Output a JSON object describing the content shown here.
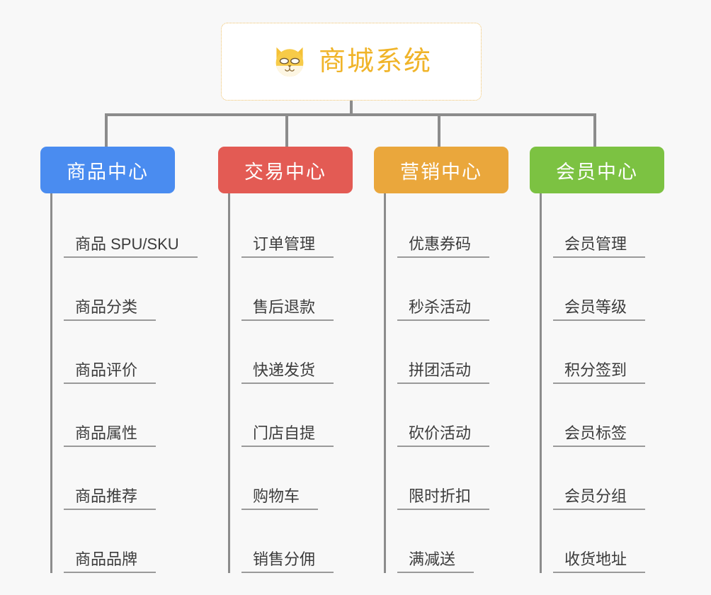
{
  "background_color": "#f8f8f8",
  "root": {
    "title": "商城系统",
    "icon": "shiba-dog-icon",
    "text_color": "#f0b429",
    "border_color": "#eec068",
    "background_color": "#ffffff"
  },
  "connector_color": "#8c8c8c",
  "columns": [
    {
      "header": "商品中心",
      "color": "#4a8cf0",
      "items": [
        "商品 SPU/SKU",
        "商品分类",
        "商品评价",
        "商品属性",
        "商品推荐",
        "商品品牌"
      ]
    },
    {
      "header": "交易中心",
      "color": "#e35b54",
      "items": [
        "订单管理",
        "售后退款",
        "快递发货",
        "门店自提",
        "购物车",
        "销售分佣"
      ]
    },
    {
      "header": "营销中心",
      "color": "#eaa73c",
      "items": [
        "优惠券码",
        "秒杀活动",
        "拼团活动",
        "砍价活动",
        "限时折扣",
        "满减送"
      ]
    },
    {
      "header": "会员中心",
      "color": "#7cc242",
      "items": [
        "会员管理",
        "会员等级",
        "积分签到",
        "会员标签",
        "会员分组",
        "收货地址"
      ]
    }
  ]
}
